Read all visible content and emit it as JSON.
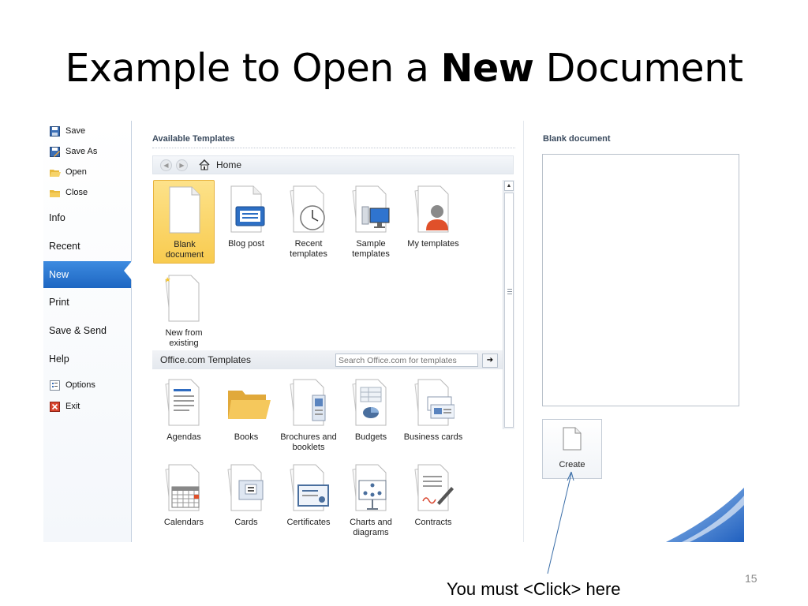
{
  "slide": {
    "title_pre": "Example to Open a ",
    "title_bold": "New",
    "title_post": " Document",
    "callout": "You must <Click> here",
    "page_number": "15"
  },
  "nav": {
    "quick": [
      {
        "label": "Save",
        "icon": "save-icon"
      },
      {
        "label": "Save As",
        "icon": "save-as-icon"
      },
      {
        "label": "Open",
        "icon": "open-folder-icon"
      },
      {
        "label": "Close",
        "icon": "close-folder-icon"
      }
    ],
    "tabs": [
      "Info",
      "Recent",
      "New",
      "Print",
      "Save & Send",
      "Help"
    ],
    "active_tab": "New",
    "bottom": [
      {
        "label": "Options",
        "icon": "options-icon"
      },
      {
        "label": "Exit",
        "icon": "exit-icon"
      }
    ]
  },
  "templates": {
    "header": "Available Templates",
    "breadcrumb": "Home",
    "items": [
      {
        "label": "Blank document",
        "icon": "blank-document-icon",
        "selected": true
      },
      {
        "label": "Blog post",
        "icon": "blog-post-icon"
      },
      {
        "label": "Recent templates",
        "icon": "recent-templates-icon"
      },
      {
        "label": "Sample templates",
        "icon": "sample-templates-icon"
      },
      {
        "label": "My templates",
        "icon": "my-templates-icon"
      },
      {
        "label": "New from existing",
        "icon": "new-from-existing-icon"
      }
    ],
    "office_header": "Office.com Templates",
    "search_placeholder": "Search Office.com for templates",
    "office_items": [
      {
        "label": "Agendas",
        "icon": "agendas-icon"
      },
      {
        "label": "Books",
        "icon": "books-folder-icon"
      },
      {
        "label": "Brochures and booklets",
        "icon": "brochures-icon"
      },
      {
        "label": "Budgets",
        "icon": "budgets-icon"
      },
      {
        "label": "Business cards",
        "icon": "business-cards-icon"
      },
      {
        "label": "Calendars",
        "icon": "calendars-icon"
      },
      {
        "label": "Cards",
        "icon": "cards-icon"
      },
      {
        "label": "Certificates",
        "icon": "certificates-icon"
      },
      {
        "label": "Charts and diagrams",
        "icon": "charts-diagrams-icon"
      },
      {
        "label": "Contracts",
        "icon": "contracts-icon"
      }
    ]
  },
  "preview": {
    "title": "Blank document",
    "create_label": "Create"
  },
  "colors": {
    "active_tab": "#2a76d2",
    "selected_tile": "#f9d061"
  }
}
